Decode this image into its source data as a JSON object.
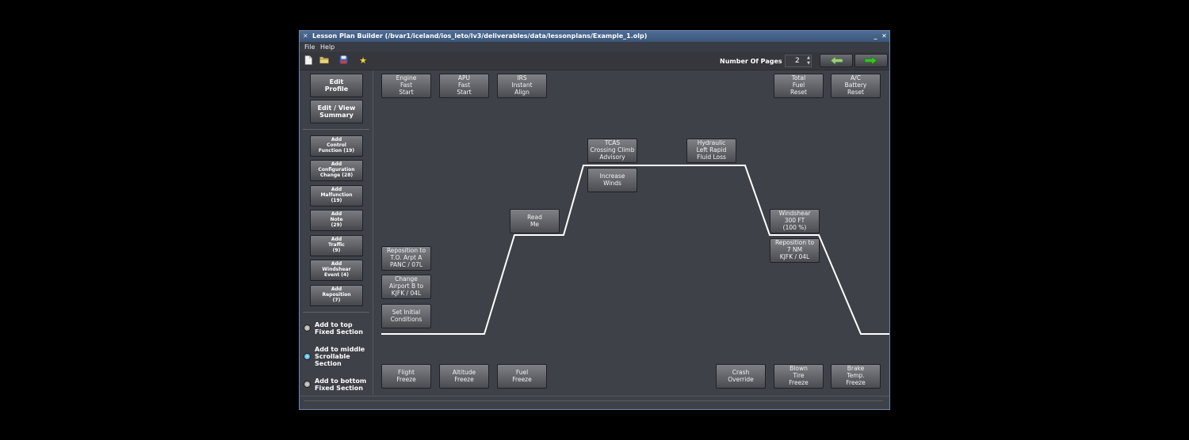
{
  "window": {
    "title": "Lesson Plan Builder (/bvar1/iceland/ios_leto/lv3/deliverables/data/lessonplans/Example_1.olp)",
    "minimize_glyph": "_",
    "close_glyph": "✕"
  },
  "menu": [
    "File",
    "Help"
  ],
  "toolbar": {
    "pages_label": "Number Of Pages :",
    "pages_value": "2",
    "icons": [
      "new-file-icon",
      "open-folder-icon",
      "save-icon",
      "favorite-star-icon"
    ],
    "prev_icon": "arrow-left-icon",
    "next_icon": "arrow-right-icon"
  },
  "sidebar": {
    "edit_profile": "Edit\nProfile",
    "edit_view_summary": "Edit / View\nSummary",
    "add_buttons": [
      "Add\nControl\nFunction (19)",
      "Add\nConfiguration\nChange (28)",
      "Add\nMalfunction\n(19)",
      "Add\nNote\n(29)",
      "Add\nTraffic\n(9)",
      "Add\nWindshear\nEvent (4)",
      "Add\nReposition\n(7)"
    ],
    "placement": [
      {
        "label": "Add to top\nFixed Section",
        "selected": false
      },
      {
        "label": "Add to middle\nScrollable\nSection",
        "selected": true
      },
      {
        "label": "Add to bottom\nFixed Section",
        "selected": false
      }
    ]
  },
  "canvas": {
    "top_events": [
      "Engine\nFast\nStart",
      "APU\nFast\nStart",
      "IRS\nInstant\nAlign",
      "Total\nFuel\nReset",
      "A/C\nBattery\nReset"
    ],
    "middle_events": [
      "Reposition to\nT.O. Arpt A\nPANC / 07L",
      "Change\nAirport B to\nKJFK / 04L",
      "Set Initial\nConditions",
      "Read\nMe",
      "TCAS\nCrossing Climb\nAdvisory",
      "Increase\nWinds",
      "Hydraulic\nLeft Rapid\nFluid Loss",
      "Windshear\n300 FT\n(100 %)",
      "Reposition to\n7 NM\nKJFK / 04L"
    ],
    "bottom_events": [
      "Flight\nFreeze",
      "Altitude\nFreeze",
      "Fuel\nFreeze",
      "Crash\nOverride",
      "Blown\nTire\nFreeze",
      "Brake\nTemp.\nFreeze"
    ]
  },
  "colors": {
    "accent": "#2aa0d6",
    "profile_line": "#ffffff",
    "nav_arrow_left": "#9bd17a",
    "nav_arrow_right": "#35c41f"
  }
}
